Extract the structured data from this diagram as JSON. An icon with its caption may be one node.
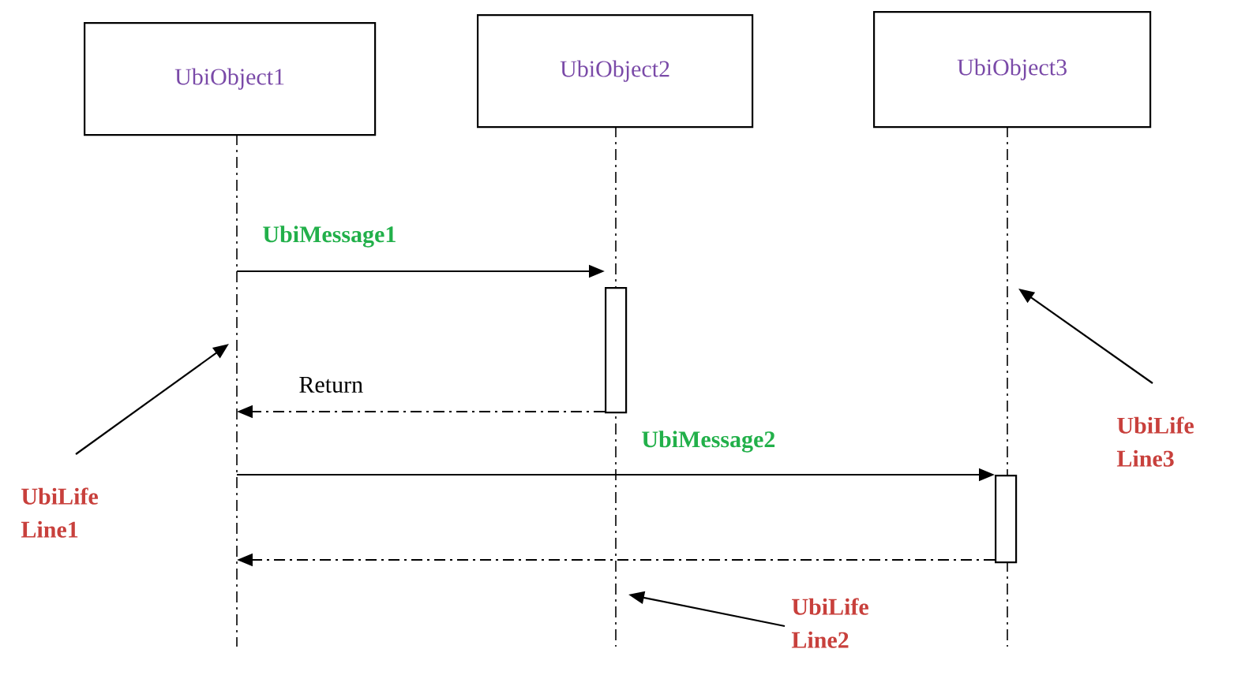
{
  "diagram": {
    "nodes": [
      {
        "text": [
          "UbiObject1"
        ]
      },
      {
        "text": [
          "UbiObject2"
        ]
      },
      {
        "text": [
          "UbiObject3"
        ]
      },
      {
        "text": [],
        "shape": "bar"
      },
      {
        "text": [],
        "shape": "bar"
      },
      {
        "text": [
          "UbiLife Line1"
        ]
      },
      {
        "text": [
          "UbiLife Line2"
        ]
      },
      {
        "text": [
          "UbiLife Line3"
        ]
      }
    ],
    "edges": [
      {
        "from": null,
        "to": 3,
        "arrow": "to",
        "label": "UbiMessage1"
      },
      {
        "from": 3,
        "to": null,
        "arrow": "to",
        "label": "Return",
        "style": "dashed"
      },
      {
        "from": null,
        "to": 4,
        "arrow": "to",
        "label": "UbiMessage2"
      },
      {
        "from": 4,
        "to": null,
        "arrow": "to",
        "style": "dashed"
      },
      {
        "from": 5,
        "to": null,
        "arrow": "to"
      },
      {
        "from": 6,
        "to": null,
        "arrow": "to"
      },
      {
        "from": 7,
        "to": null,
        "arrow": "to"
      }
    ]
  }
}
